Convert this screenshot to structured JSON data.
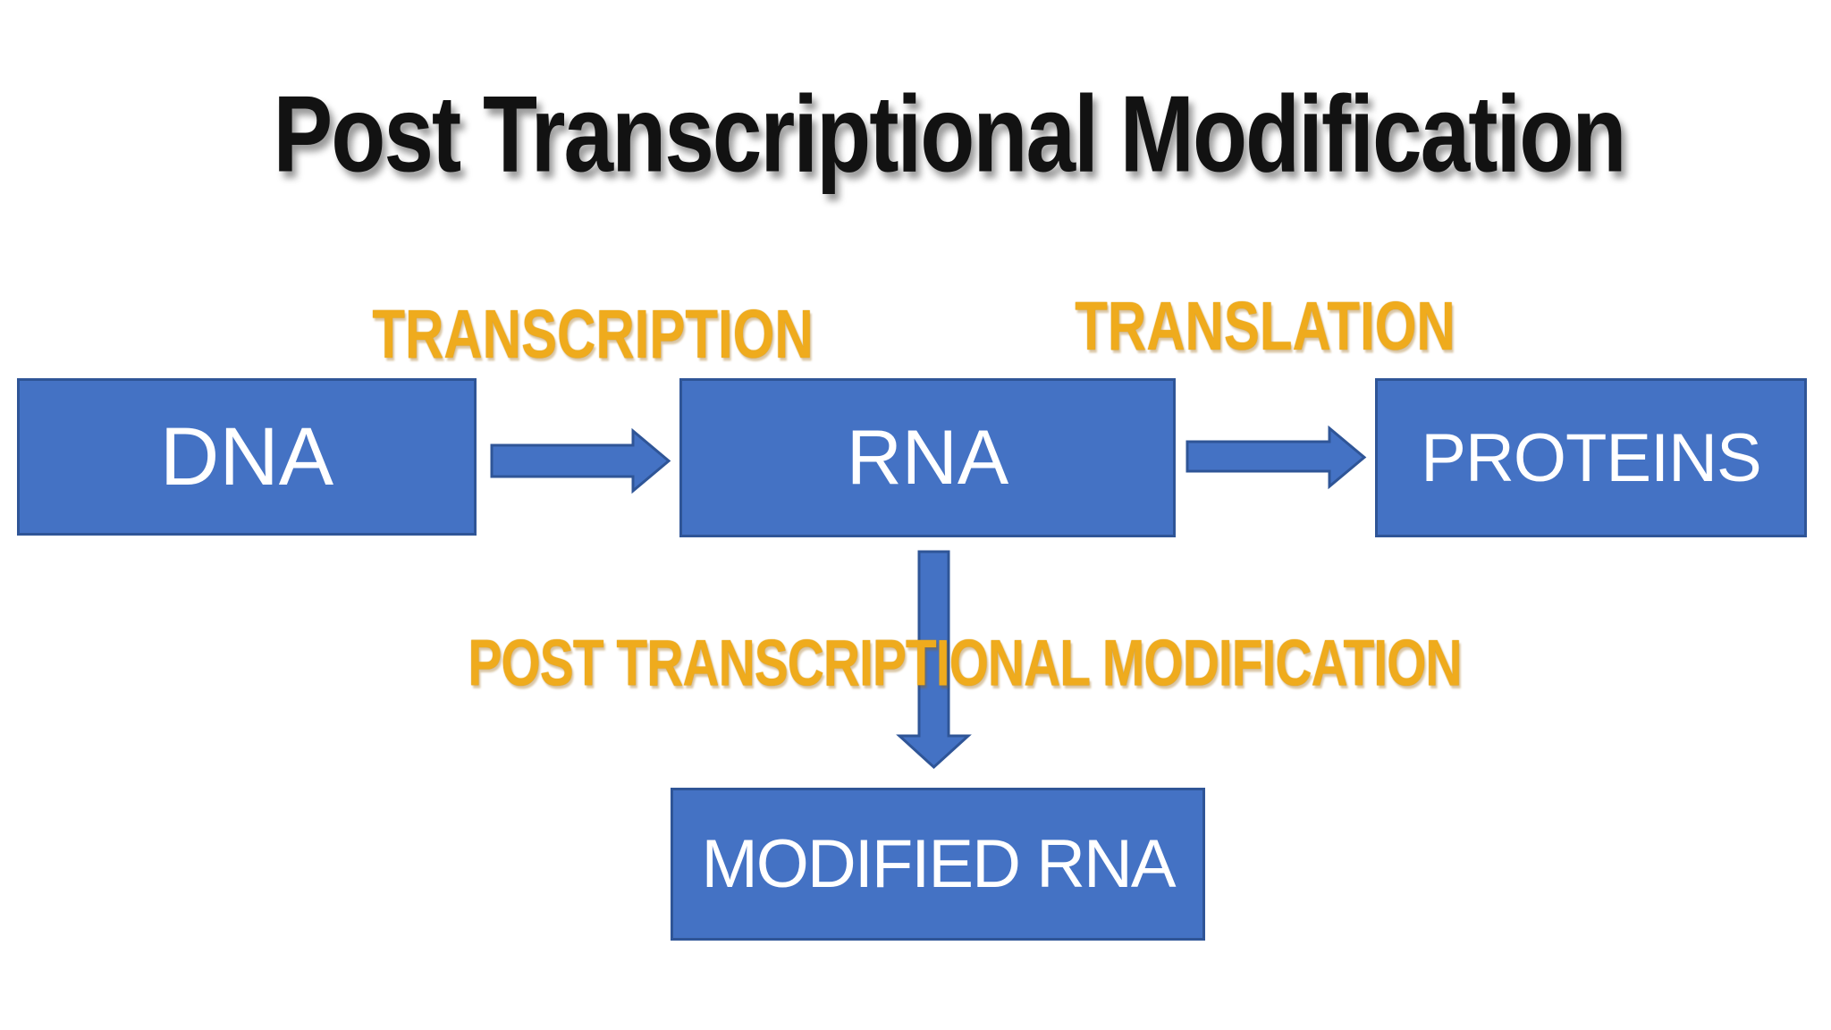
{
  "title": {
    "text": "Post Transcriptional Modification"
  },
  "process_labels": {
    "transcription": "TRANSCRIPTION",
    "translation": "TRANSLATION",
    "post_transcriptional_modification": "POST TRANSCRIPTIONAL MODIFICATION"
  },
  "nodes": {
    "dna": "DNA",
    "rna": "RNA",
    "proteins": "PROTEINS",
    "modified_rna": "MODIFIED RNA"
  },
  "colors": {
    "background": "#ffffff",
    "title_text": "#121212",
    "process_label_gold": "#EFAB1D",
    "node_fill": "#4472C4",
    "node_border": "#2F5597",
    "node_text": "#ffffff",
    "arrow_fill": "#4472C4",
    "arrow_border": "#2F5597"
  }
}
